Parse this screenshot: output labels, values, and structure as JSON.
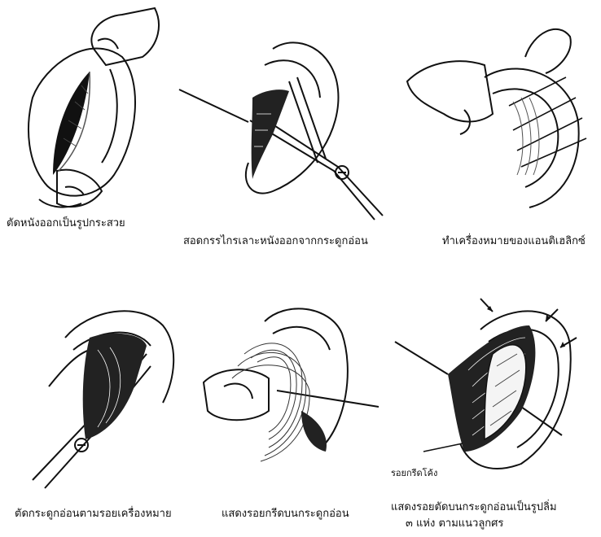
{
  "panels": [
    {
      "caption": "ตัดหนังออกเป็นรูปกระสวย"
    },
    {
      "caption": "สอดกรรไกรเลาะหนังออกจากกระดูกอ่อน"
    },
    {
      "caption": "ทำเครื่องหมายของแอนติเฮลิกซ์"
    },
    {
      "caption": "ตัดกระดูกอ่อนตามรอยเครื่องหมาย"
    },
    {
      "caption": "แสดงรอยกรีดบนกระดูกอ่อน"
    },
    {
      "caption_line1": "แสดงรอยตัดบนกระดูกอ่อนเป็นรูปลิ่ม",
      "caption_line2": "๓ แห่ง ตามแนวลูกศร",
      "label": "รอยกรีดโค้ง"
    }
  ]
}
